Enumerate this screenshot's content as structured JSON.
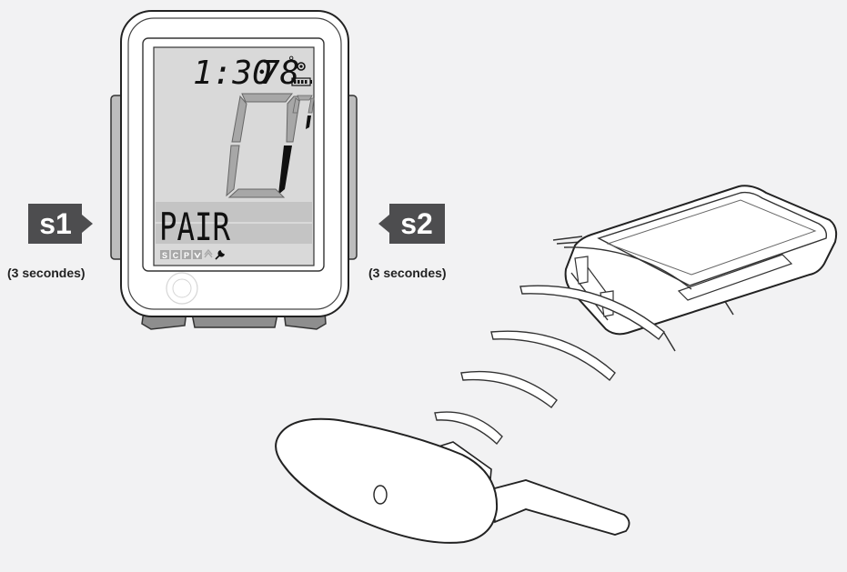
{
  "display": {
    "time": "1:30",
    "temperature": "78",
    "degree_symbol": "°",
    "big_digit": "0",
    "small_digit": "0",
    "mode_text": "PAIR",
    "mode_icons": [
      "S",
      "C",
      "P"
    ]
  },
  "buttons": {
    "s1": {
      "label": "s1",
      "hint": "(3 secondes)"
    },
    "s2": {
      "label": "s2",
      "hint": "(3 secondes)"
    }
  },
  "colors": {
    "background": "#f2f2f3",
    "badge": "#4d4d4f",
    "lcd": "#d9d9d9",
    "lcd_band": "#c4c4c4",
    "segment_gray": "#a7a7a7",
    "segment_black": "#111111"
  },
  "icons": [
    "battery-icon",
    "satellite-icon",
    "wrench-icon",
    "arrow-up-icon",
    "heart-icon"
  ]
}
